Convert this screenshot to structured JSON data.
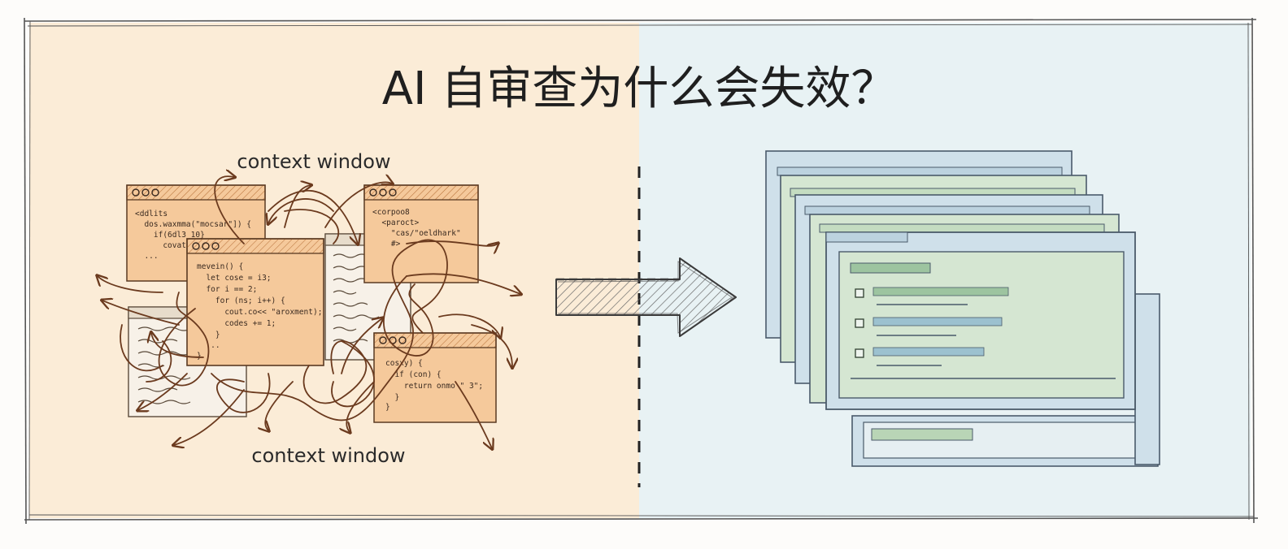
{
  "title": "AI 自审查为什么会失效？",
  "labels": {
    "top": "context window",
    "bottom": "context window"
  },
  "code_windows": [
    {
      "lines": [
        "<ddlits",
        "  dos.waxmma(\"mocsar\"]) {",
        "    if(6dl3 10}",
        "      covat",
        "  ..."
      ]
    },
    {
      "lines": [
        "<corpoo8",
        "  <paroct>",
        "    \"cas/\"oeldhark\"",
        "    #>"
      ]
    },
    {
      "lines": [
        "mevein() {",
        "  let cose = i3;",
        "  for i == 2;",
        "    for (ns; i++) {",
        "      cout.co<< \"aroxment);",
        "      codes += 1;",
        "    }",
        "  ...",
        "}"
      ]
    },
    {
      "lines": [
        "cosxy) {",
        "  if (con) {",
        "    return onmo \" 3\";",
        "  }",
        "}"
      ]
    }
  ],
  "colors": {
    "left_panel": "#fbecd7",
    "right_panel": "#e8f2f4",
    "code_window_fill": "#f5c99b",
    "code_window_header": "#e9a96d",
    "stack_blue": "#cfe0ea",
    "stack_green": "#d5e6d2",
    "scribble": "#6b3a1e"
  },
  "icons": {
    "window_controls": "three-circle-dots-icon",
    "arrow": "hatched-right-arrow-icon",
    "checkbox": "empty-checkbox-icon"
  }
}
